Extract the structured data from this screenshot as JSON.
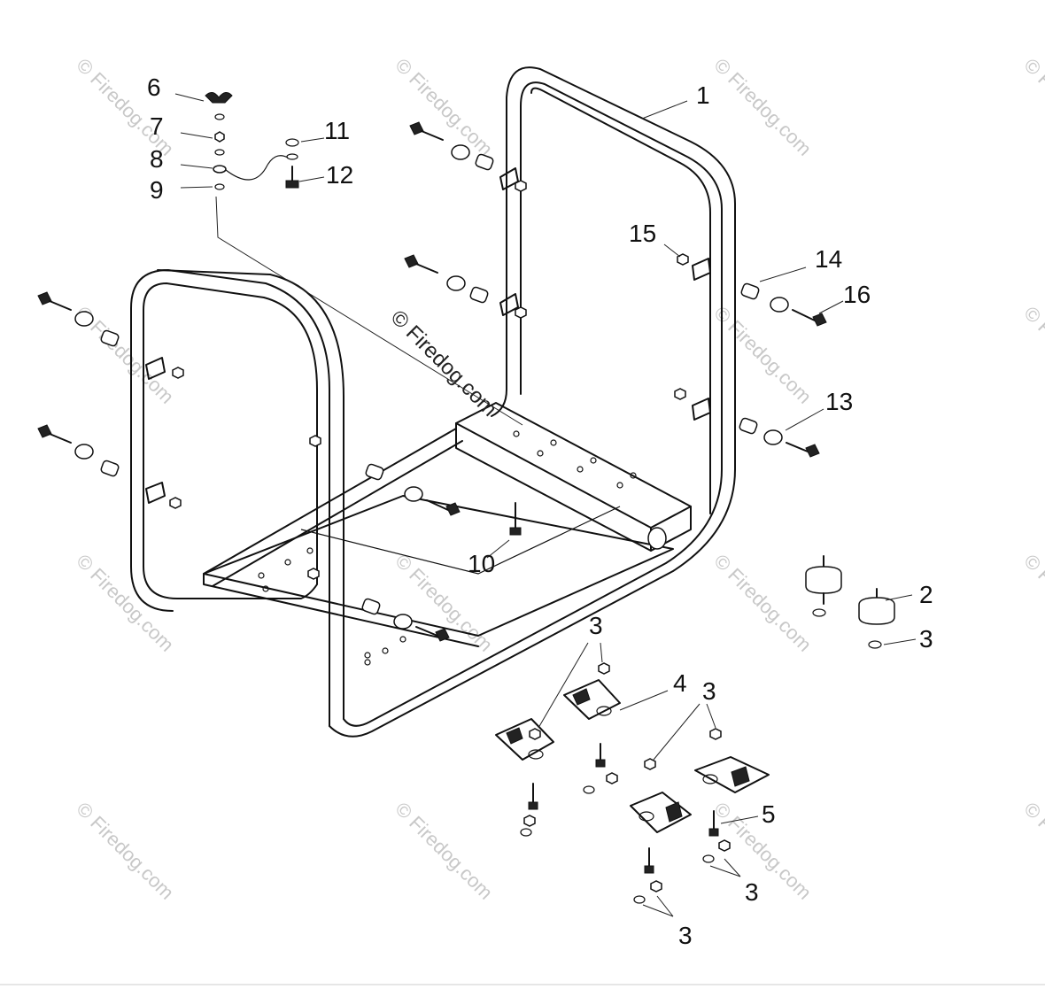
{
  "watermark": {
    "text": "© Firedog.com"
  },
  "callouts": [
    {
      "id": "1",
      "label": "1"
    },
    {
      "id": "2",
      "label": "2"
    },
    {
      "id": "3a",
      "label": "3"
    },
    {
      "id": "3b",
      "label": "3"
    },
    {
      "id": "3c",
      "label": "3"
    },
    {
      "id": "3d",
      "label": "3"
    },
    {
      "id": "3e",
      "label": "3"
    },
    {
      "id": "4",
      "label": "4"
    },
    {
      "id": "5",
      "label": "5"
    },
    {
      "id": "6",
      "label": "6"
    },
    {
      "id": "7",
      "label": "7"
    },
    {
      "id": "8",
      "label": "8"
    },
    {
      "id": "9",
      "label": "9"
    },
    {
      "id": "10",
      "label": "10"
    },
    {
      "id": "11",
      "label": "11"
    },
    {
      "id": "12",
      "label": "12"
    },
    {
      "id": "13",
      "label": "13"
    },
    {
      "id": "14",
      "label": "14"
    },
    {
      "id": "15",
      "label": "15"
    },
    {
      "id": "16",
      "label": "16"
    }
  ]
}
